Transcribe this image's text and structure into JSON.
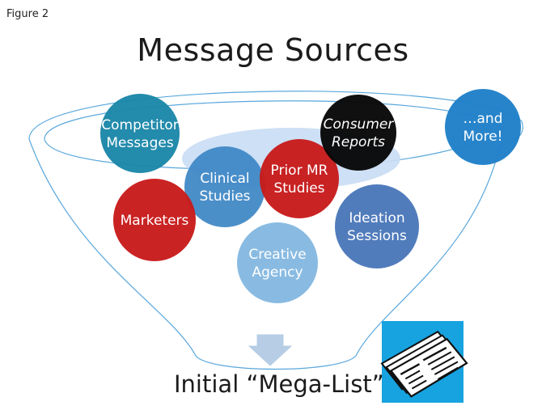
{
  "figure_label": "Figure 2",
  "title": "Message Sources",
  "bottom_label": "Initial “Mega-List”",
  "colors": {
    "teal": "#1a86a8",
    "blue_mid": "#3c86c4",
    "red": "#c81a1a",
    "black": "#060606",
    "blue_bright": "#1e7fc8",
    "blue_steel": "#4a77b9",
    "blue_light": "#7fb5df",
    "funnel_line": "#5aa7dc",
    "funnel_fill": "#c9ddf4",
    "arrow": "#b7cde6",
    "newspaper_bg": "#16a3e0"
  },
  "sources": [
    {
      "id": "competitor",
      "lines": [
        "Competitor",
        "Messages"
      ],
      "color": "#1a86a8",
      "italic": false
    },
    {
      "id": "marketers",
      "lines": [
        "Marketers"
      ],
      "color": "#c81a1a",
      "italic": false
    },
    {
      "id": "clinical",
      "lines": [
        "Clinical",
        "Studies"
      ],
      "color": "#3c86c4",
      "italic": false
    },
    {
      "id": "prior-mr",
      "lines": [
        "Prior MR",
        "Studies"
      ],
      "color": "#c81a1a",
      "italic": false
    },
    {
      "id": "consumer",
      "lines": [
        "Consumer",
        "Reports"
      ],
      "color": "#060606",
      "italic": true
    },
    {
      "id": "and-more",
      "lines": [
        "…and",
        "More!"
      ],
      "color": "#1e7fc8",
      "italic": false
    },
    {
      "id": "ideation",
      "lines": [
        "Ideation",
        "Sessions"
      ],
      "color": "#4a77b9",
      "italic": false
    },
    {
      "id": "creative",
      "lines": [
        "Creative",
        "Agency"
      ],
      "color": "#7fb5df",
      "italic": false
    }
  ],
  "newspaper_icon": "newspaper-icon",
  "arrow_icon": "down-arrow-icon"
}
